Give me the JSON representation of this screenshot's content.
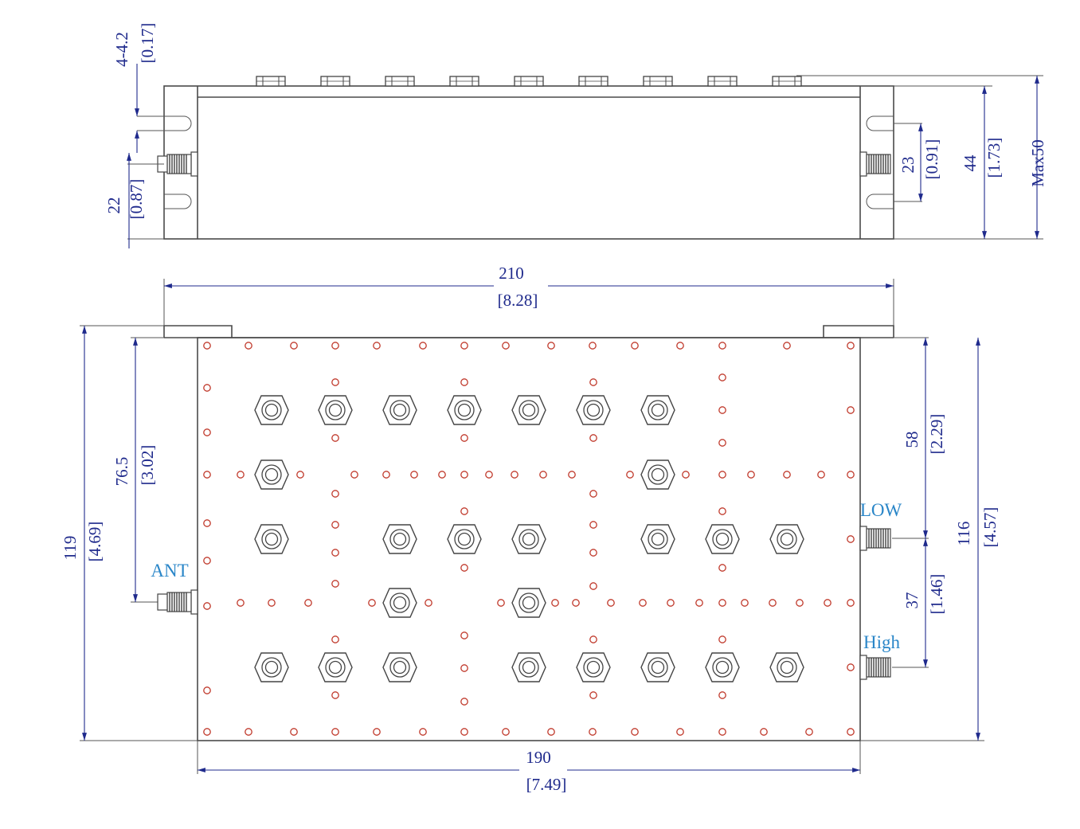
{
  "colors": {
    "body": "#4a4a4a",
    "dimension": "#1f2a8c",
    "port_label": "#2a86c8",
    "screw": "#c0392b"
  },
  "side_view": {
    "dim_mount_hole": {
      "mm": "4-4.2",
      "inch": "[0.17]"
    },
    "dim_ant_height": {
      "mm": "22",
      "inch": "[0.87]"
    },
    "dim_port_height": {
      "mm": "23",
      "inch": "[0.91]"
    },
    "dim_body_height": {
      "mm": "44",
      "inch": "[1.73]"
    },
    "dim_max_height": {
      "mm": "Max50"
    }
  },
  "top_view": {
    "dim_overall_width": {
      "mm": "210",
      "inch": "[8.28]"
    },
    "dim_body_width": {
      "mm": "190",
      "inch": "[7.49]"
    },
    "dim_overall_height": {
      "mm": "119",
      "inch": "[4.69]"
    },
    "dim_ant_offset": {
      "mm": "76.5",
      "inch": "[3.02]"
    },
    "dim_low_offset": {
      "mm": "58",
      "inch": "[2.29]"
    },
    "dim_high_offset": {
      "mm": "37",
      "inch": "[1.46]"
    },
    "dim_body_height": {
      "mm": "116",
      "inch": "[4.57]"
    }
  },
  "ports": {
    "ant": "ANT",
    "low": "LOW",
    "high": "High"
  }
}
